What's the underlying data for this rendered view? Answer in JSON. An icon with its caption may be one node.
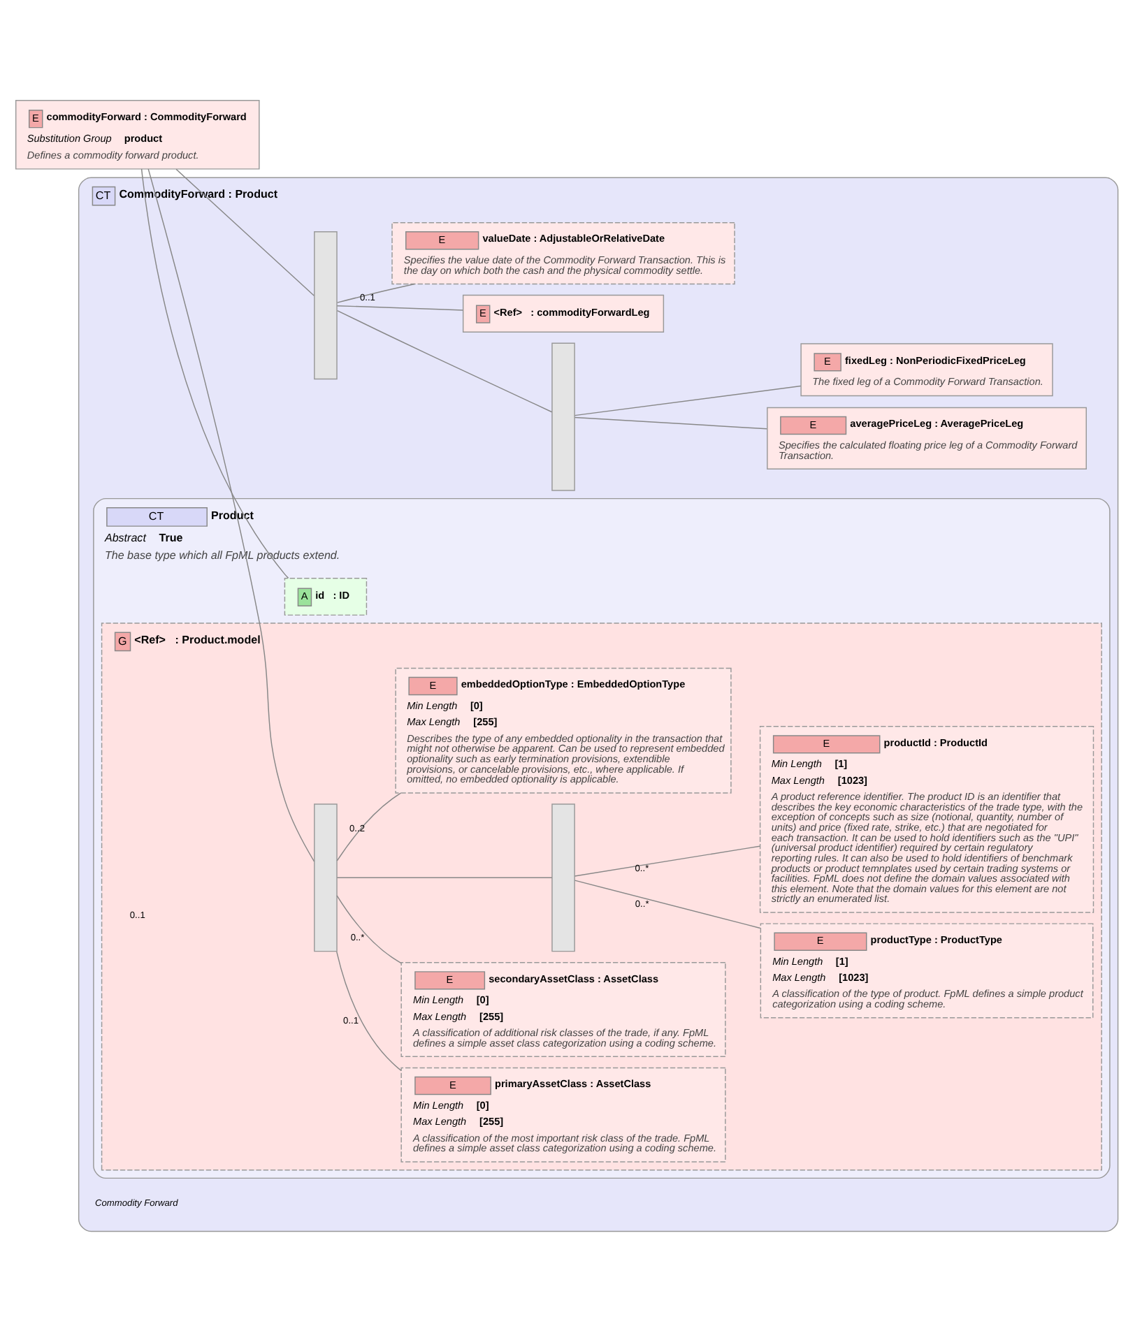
{
  "diagram": {
    "nodes": [
      {
        "text": [
          "E",
          "commodityForward : CommodityForward",
          "Substitution Group",
          "product",
          "Defines a commodity forward product."
        ]
      },
      {
        "text": [
          "CT",
          "CommodityForward : Product",
          "Commodity Forward"
        ]
      },
      {
        "text": [
          "CT",
          "Product",
          "Abstract",
          "True",
          "The base type which all FpML products extend."
        ],
        "in": 1
      },
      {
        "text": [
          "A",
          "id",
          ": ID"
        ],
        "in": 2
      },
      {
        "text": [
          "G",
          "<Ref>",
          ": Product.model"
        ],
        "in": 2,
        "beside": [
          "0..1"
        ]
      },
      {
        "text": [],
        "shape": "bar",
        "in": 4
      },
      {
        "text": [
          "E",
          "primaryAssetClass : AssetClass",
          "Min Length",
          "[0]",
          "Max Length",
          "[255]",
          "A classification of the most important risk class of the trade. FpML defines a simple asset class categorization using a coding scheme."
        ],
        "in": 4
      },
      {
        "text": [
          "E",
          "secondaryAssetClass : AssetClass",
          "Min Length",
          "[0]",
          "Max Length",
          "[255]",
          "A classification of additional risk classes of the trade, if any. FpML defines a simple asset class categorization using a coding scheme."
        ],
        "in": 4
      },
      {
        "text": [],
        "shape": "bar",
        "in": 4
      },
      {
        "text": [
          "E",
          "productType : ProductType",
          "Min Length",
          "[1]",
          "Max Length",
          "[1023]",
          "A classification of the type of product. FpML defines a simple product categorization using a coding scheme."
        ],
        "in": 4
      },
      {
        "text": [
          "E",
          "productId : ProductId",
          "Min Length",
          "[1]",
          "Max Length",
          "[1023]",
          "A product reference identifier. The product ID is an identifier that describes the key economic characteristics of the trade type, with the exception of concepts such as size (notional, quantity, number of units) and price (fixed rate, strike, etc.) that are negotiated for each transaction. It can be used to hold identifiers such as the \"UPI\" (universal product identifier) required by certain regulatory reporting rules. It can also be used to hold identifiers of benchmark products or product temnplates used by certain trading systems or facilities. FpML does not define the domain values associated with this element. Note that the domain values for this element are not strictly an enumerated list."
        ],
        "in": 4
      },
      {
        "text": [
          "E",
          "embeddedOptionType : EmbeddedOptionType",
          "Min Length",
          "[0]",
          "Max Length",
          "[255]",
          "Describes the type of any embedded optionality in the transaction that might not otherwise be apparent. Can be used to represent embedded optionality such as early termination provisions, extendible provisions, or cancelable provisions, etc., where applicable. If omitted, no embedded optionality is applicable."
        ],
        "in": 4
      },
      {
        "text": [],
        "shape": "bar",
        "in": 1
      },
      {
        "text": [
          "E",
          "valueDate : AdjustableOrRelativeDate",
          "Specifies the value date of the Commodity Forward Transaction. This is the day on which both the cash and the physical commodity settle."
        ],
        "in": 1
      },
      {
        "text": [],
        "shape": "bar",
        "in": 1
      },
      {
        "text": [
          "E",
          "fixedLeg : NonPeriodicFixedPriceLeg",
          "The fixed leg of a Commodity Forward Transaction."
        ],
        "in": 1
      },
      {
        "text": [
          "E",
          "averagePriceLeg : AveragePriceLeg",
          "Specifies the calculated floating price leg of a Commodity Forward Transaction."
        ],
        "in": 1
      },
      {
        "text": [
          "E",
          "<Ref>",
          ": commodityForwardLeg"
        ],
        "in": 1
      }
    ],
    "edges": [
      {
        "from": 0,
        "to": 3,
        "arrow": "none"
      },
      {
        "from": 0,
        "to": 5,
        "arrow": "none"
      },
      {
        "from": 0,
        "to": 12,
        "arrow": "none"
      },
      {
        "from": 5,
        "to": 6,
        "arrow": "none",
        "label": "0..1"
      },
      {
        "from": 5,
        "to": 7,
        "arrow": "none",
        "label": "0..*"
      },
      {
        "from": 5,
        "to": 8,
        "arrow": "none"
      },
      {
        "from": 8,
        "to": 9,
        "arrow": "none",
        "label": "0..*"
      },
      {
        "from": 8,
        "to": 10,
        "arrow": "none",
        "label": "0..*"
      },
      {
        "from": 5,
        "to": 11,
        "arrow": "none",
        "label": "0..2"
      },
      {
        "from": 12,
        "to": 13,
        "arrow": "none",
        "label": "0..1"
      },
      {
        "from": 12,
        "to": 14,
        "arrow": "none"
      },
      {
        "from": 14,
        "to": 15,
        "arrow": "none"
      },
      {
        "from": 14,
        "to": 16,
        "arrow": "none"
      },
      {
        "from": 12,
        "to": 17,
        "arrow": "none"
      }
    ]
  }
}
